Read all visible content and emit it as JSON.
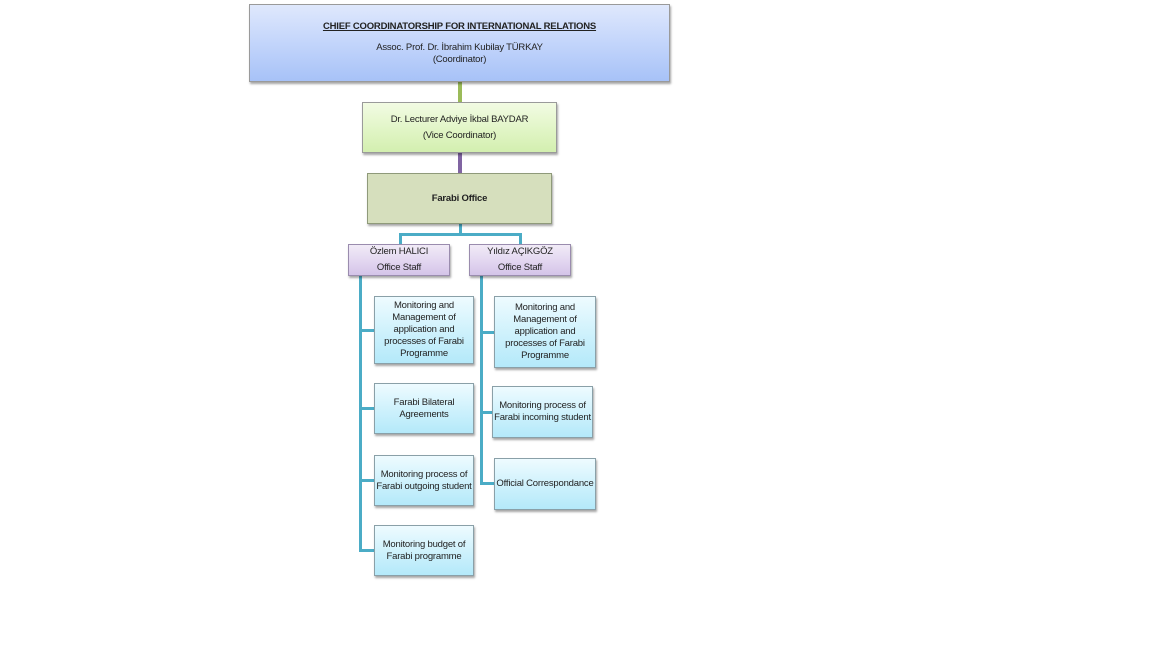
{
  "chart": {
    "coordinator": {
      "title": "CHIEF COORDINATORSHIP FOR INTERNATIONAL RELATIONS",
      "name": "Assoc. Prof. Dr. İbrahim Kubilay TÜRKAY",
      "role": "(Coordinator)"
    },
    "vice": {
      "name": "Dr. Lecturer Adviye İkbal BAYDAR",
      "role": "(Vice Coordinator)"
    },
    "office": {
      "name": "Farabi Office"
    },
    "staff": [
      {
        "name": "Özlem HALICI",
        "role": "Office Staff",
        "tasks": [
          "Monitoring and Management of application and processes of Farabi Programme",
          "Farabi Bilateral Agreements",
          "Monitoring process of Farabi outgoing student",
          "Monitoring budget of Farabi programme"
        ]
      },
      {
        "name": "Yıldız AÇIKGÖZ",
        "role": "Office Staff",
        "tasks": [
          "Monitoring and Management of application and processes of Farabi Programme",
          "Monitoring process of Farabi incoming student",
          "Official Correspondance"
        ]
      }
    ]
  },
  "colors": {
    "connector_top": "#9bbb59",
    "connector_mid": "#8064a2",
    "connector_staff": "#4bacc6",
    "coordinator_fill": "#c3d5fb",
    "vice_fill": "#e1f5c6",
    "office_fill": "#d6dfbd",
    "staff_fill": "#e2d6f0",
    "task_fill": "#cdf1fc"
  }
}
